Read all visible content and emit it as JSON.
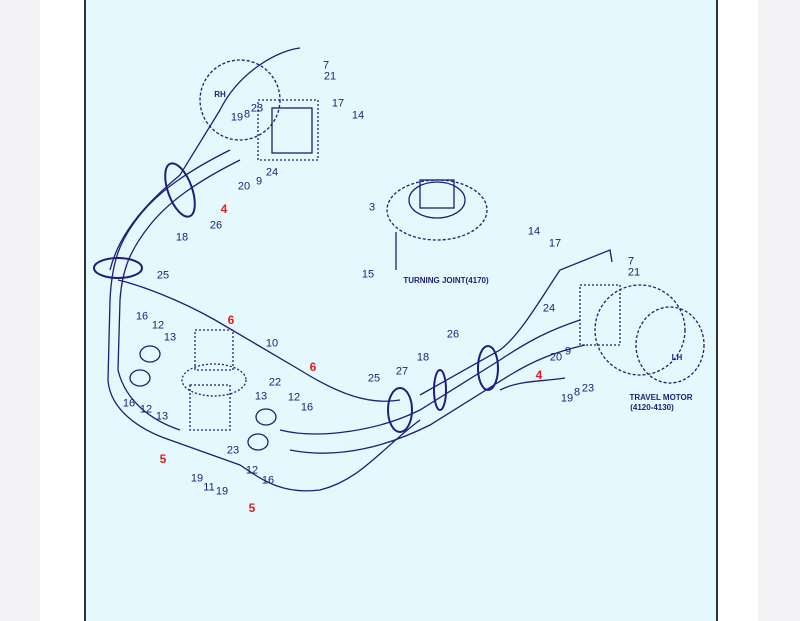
{
  "diagram": {
    "labels": {
      "l7a": "7",
      "l21a": "21",
      "rh": "RH",
      "l19a": "19",
      "l8a": "8",
      "l23a": "23",
      "l17a": "17",
      "l14a": "14",
      "l20a": "20",
      "l9a": "9",
      "l24a": "24",
      "l4a": "4",
      "l26a": "26",
      "l18a": "18",
      "l25a": "25",
      "l3": "3",
      "l15": "15",
      "turning_joint": "TURNING JOINT(4170)",
      "l14b": "14",
      "l17b": "17",
      "l7b": "7",
      "l21b": "21",
      "l24b": "24",
      "l26b": "26",
      "l20b": "20",
      "l9b": "9",
      "l18b": "18",
      "l27": "27",
      "l25b": "25",
      "l4b": "4",
      "l19b": "19",
      "l8b": "8",
      "l23b": "23",
      "lh": "LH",
      "travel_motor": "TRAVEL MOTOR",
      "travel_motor_code": "(4120-4130)",
      "l16a": "16",
      "l12a": "12",
      "l13a": "13",
      "l6a": "6",
      "l10": "10",
      "l6b": "6",
      "l22": "22",
      "l13b": "13",
      "l12b": "12",
      "l16b": "16",
      "l16c": "16",
      "l12c": "12",
      "l13c": "13",
      "l23c": "23",
      "l5a": "5",
      "l12d": "12",
      "l16d": "16",
      "l19c": "19",
      "l11": "11",
      "l19d": "19",
      "l5b": "5"
    },
    "colors": {
      "line": "#1d1f7a",
      "callout": "#e02020",
      "background": "#e4f8fd"
    }
  }
}
